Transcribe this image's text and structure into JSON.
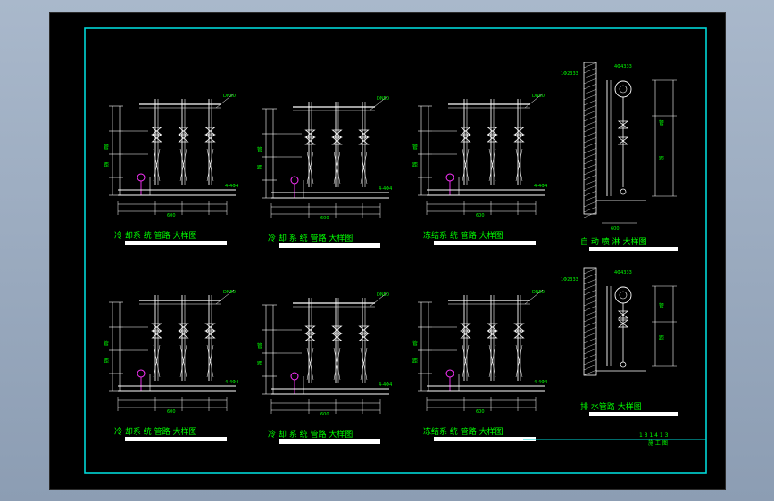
{
  "colors": {
    "background": "#000000",
    "frame": "#00d7d7",
    "lines": "#ffffff",
    "text": "#00ff00",
    "highlight": "#ff33ff",
    "title_plate": "#ffffff"
  },
  "panels": [
    {
      "id": "p1",
      "caption": "冷 却系 统 管路 大样图"
    },
    {
      "id": "p2",
      "caption": "冷 却 系 统 管路 大样图"
    },
    {
      "id": "p3",
      "caption": "冻结系 统 管路 大样图"
    },
    {
      "id": "p4",
      "caption": "自 动 喷 淋 大样图"
    },
    {
      "id": "p5",
      "caption": "冷 却系 统 管路 大样图"
    },
    {
      "id": "p6",
      "caption": "冷 却 系 统 管路 大样图"
    },
    {
      "id": "p7",
      "caption": "冻结系 统 管路 大样图"
    },
    {
      "id": "p8",
      "caption": "排 水管路 大样图"
    }
  ],
  "dim_labels": {
    "elev_a": "4-4Φ4",
    "elev_b": "4-4Φ4",
    "width_600": "600",
    "tag_1": "DN50",
    "tag_2": "1Φ2333",
    "tag_3": "4Φ4333"
  },
  "corner_note": {
    "line1": "1 3 1 4 1 3",
    "line2": "施 工 图"
  }
}
